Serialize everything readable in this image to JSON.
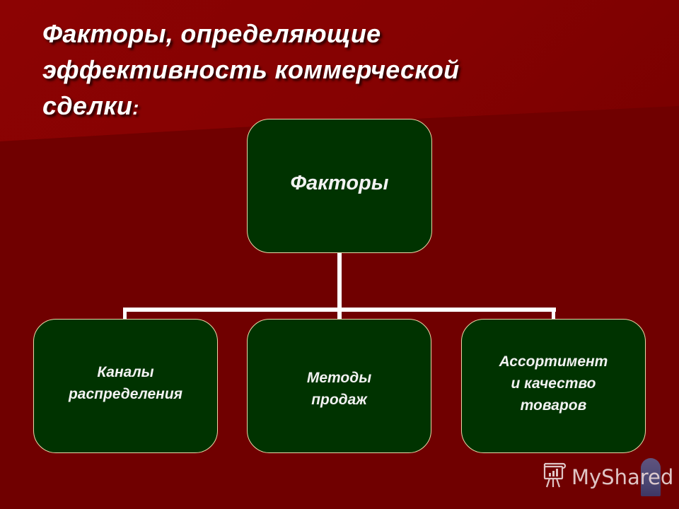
{
  "slide": {
    "title_lines": [
      "Факторы, определяющие",
      "эффективность коммерческой",
      "сделки"
    ],
    "title_suffix": ":",
    "colors": {
      "background": "#720000",
      "background_band": "#8c0303",
      "box_fill": "#003300",
      "box_border": "#e8d8a8",
      "text": "#ffffff",
      "connector": "#ffffff"
    }
  },
  "diagram": {
    "root": {
      "label": "Факторы"
    },
    "children": [
      {
        "lines": [
          "Каналы",
          "распределения"
        ]
      },
      {
        "lines": [
          "Методы",
          "продаж"
        ]
      },
      {
        "lines": [
          "Ассортимент",
          "и качество",
          "товаров"
        ]
      }
    ]
  },
  "watermark": {
    "text": "MyShared",
    "icon": "presentation-board-icon"
  }
}
